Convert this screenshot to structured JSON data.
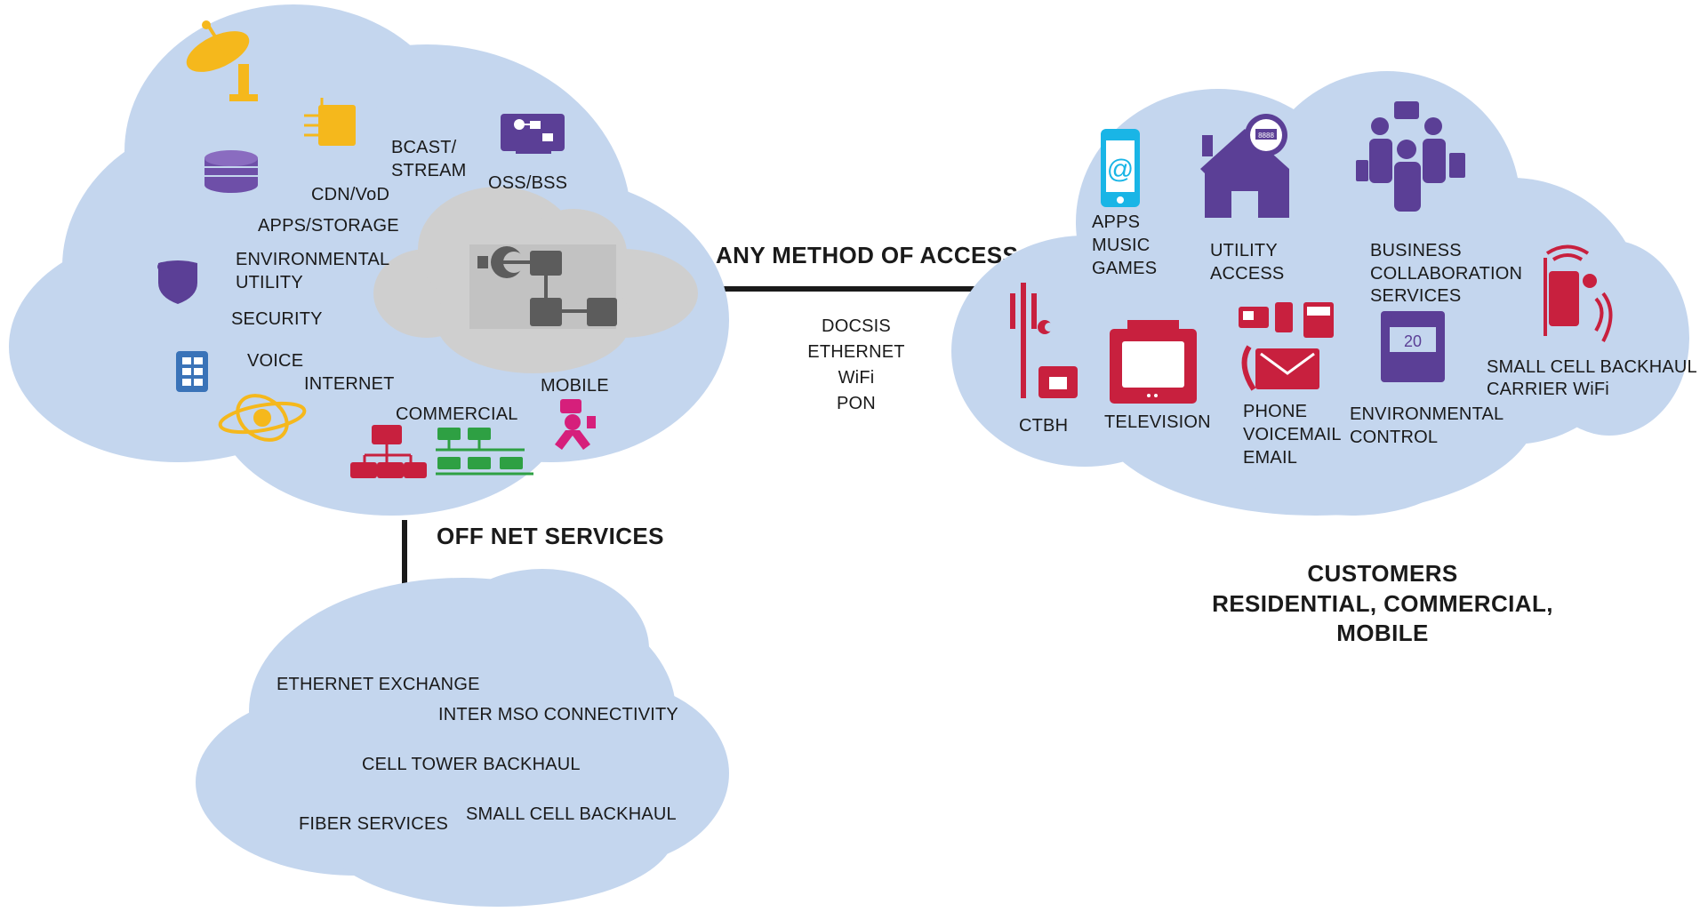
{
  "headers": {
    "access": "ANY METHOD OF ACCESS",
    "offnet": "OFF NET SERVICES",
    "customers": [
      "CUSTOMERS",
      "RESIDENTIAL, COMMERCIAL,",
      "MOBILE"
    ]
  },
  "access_methods": [
    "DOCSIS",
    "ETHERNET",
    "WiFi",
    "PON"
  ],
  "core_cloud": {
    "labels": {
      "bcast": [
        "BCAST/",
        "STREAM"
      ],
      "oss": "OSS/BSS",
      "cdn": "CDN/VoD",
      "apps_storage": "APPS/STORAGE",
      "environmental": [
        "ENVIRONMENTAL",
        "UTILITY"
      ],
      "security": "SECURITY",
      "voice": "VOICE",
      "internet": "INTERNET",
      "commercial": "COMMERCIAL",
      "mobile": "MOBILE"
    }
  },
  "offnet_cloud": {
    "labels": {
      "ethernet_exchange": "ETHERNET EXCHANGE",
      "inter_mso": "INTER MSO CONNECTIVITY",
      "cell_tower": "CELL TOWER BACKHAUL",
      "fiber": "FIBER SERVICES",
      "small_cell": "SMALL CELL BACKHAUL"
    }
  },
  "customer_cloud": {
    "labels": {
      "apps": [
        "APPS",
        "MUSIC",
        "GAMES"
      ],
      "utility": [
        "UTILITY",
        "ACCESS"
      ],
      "business": [
        "BUSINESS",
        "COLLABORATION",
        "SERVICES"
      ],
      "ctbh": "CTBH",
      "television": "TELEVISION",
      "phone": [
        "PHONE",
        "VOICEMAIL",
        "EMAIL"
      ],
      "environmental": [
        "ENVIRONMENTAL",
        "CONTROL"
      ],
      "small_cell": [
        "SMALL CELL BACKHAUL",
        "CARRIER WiFi"
      ],
      "thermostat_value": "20",
      "meter_value": "8888"
    }
  },
  "colors": {
    "cloud": "#c4d6ee",
    "core": "#cfcfcf",
    "gold": "#f5b81c",
    "purple": "#5b3f96",
    "red": "#c8203e",
    "green": "#2ea043",
    "magenta": "#d61f7b",
    "blue": "#3a73b8",
    "cyan": "#19b5e6",
    "darkgray": "#5c5c5c"
  }
}
